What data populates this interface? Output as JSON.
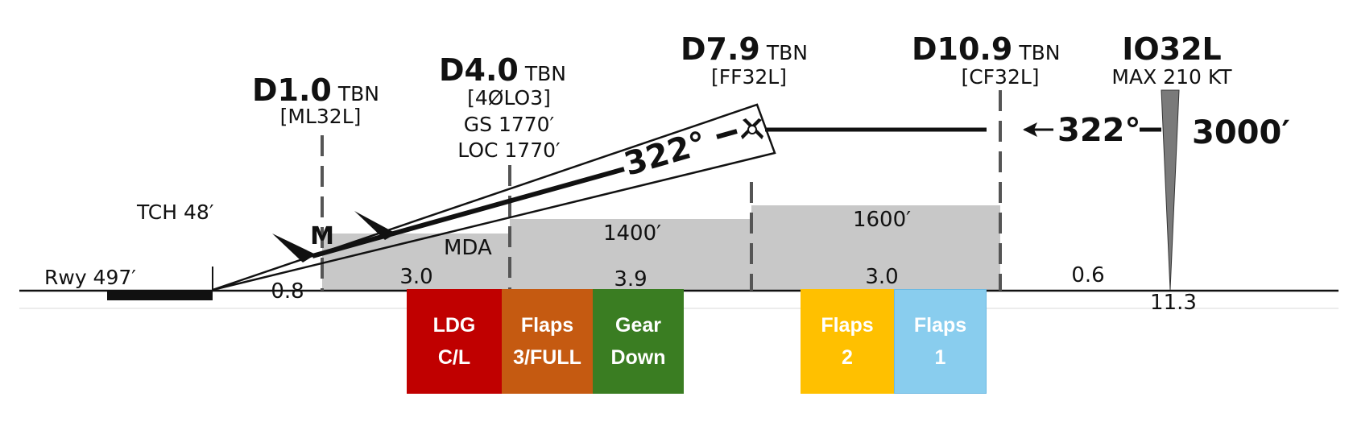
{
  "fixes": [
    {
      "name": "D1.0",
      "suffix": "TBN",
      "ref": "[ML32L]"
    },
    {
      "name": "D4.0",
      "suffix": "TBN",
      "ref": "[4ØLO3]",
      "notes": [
        "GS 1770′",
        "LOC 1770′"
      ]
    },
    {
      "name": "D7.9",
      "suffix": "TBN",
      "ref": "[FF32L]"
    },
    {
      "name": "D10.9",
      "suffix": "TBN",
      "ref": "[CF32L]"
    },
    {
      "name": "IO32L",
      "ref": "MAX 210 KT"
    }
  ],
  "labels": {
    "tch": "TCH 48′",
    "runway": "Rwy 497′",
    "missed_marker": "M",
    "mda": "MDA",
    "course_descent": "322°",
    "course_inbound": "322°",
    "initial_altitude": "3000′"
  },
  "minimum_altitudes": [
    "1400′",
    "1600′"
  ],
  "segment_distances": [
    "0.8",
    "3.0",
    "3.9",
    "3.0",
    "0.6"
  ],
  "total_distance": "11.3",
  "colors": {
    "terrain": "#c8c8c8",
    "ldg_cl": "#c00000",
    "flaps_3_full": "#c55a11",
    "gear_down": "#3a7d22",
    "flaps_2": "#ffc000",
    "flaps_1": "#89cdee"
  },
  "config_boxes": [
    {
      "label": "LDG\nC/L"
    },
    {
      "label": "Flaps\n3/FULL"
    },
    {
      "label": "Gear\nDown"
    },
    {
      "label": "Flaps\n2"
    },
    {
      "label": "Flaps\n1"
    }
  ]
}
